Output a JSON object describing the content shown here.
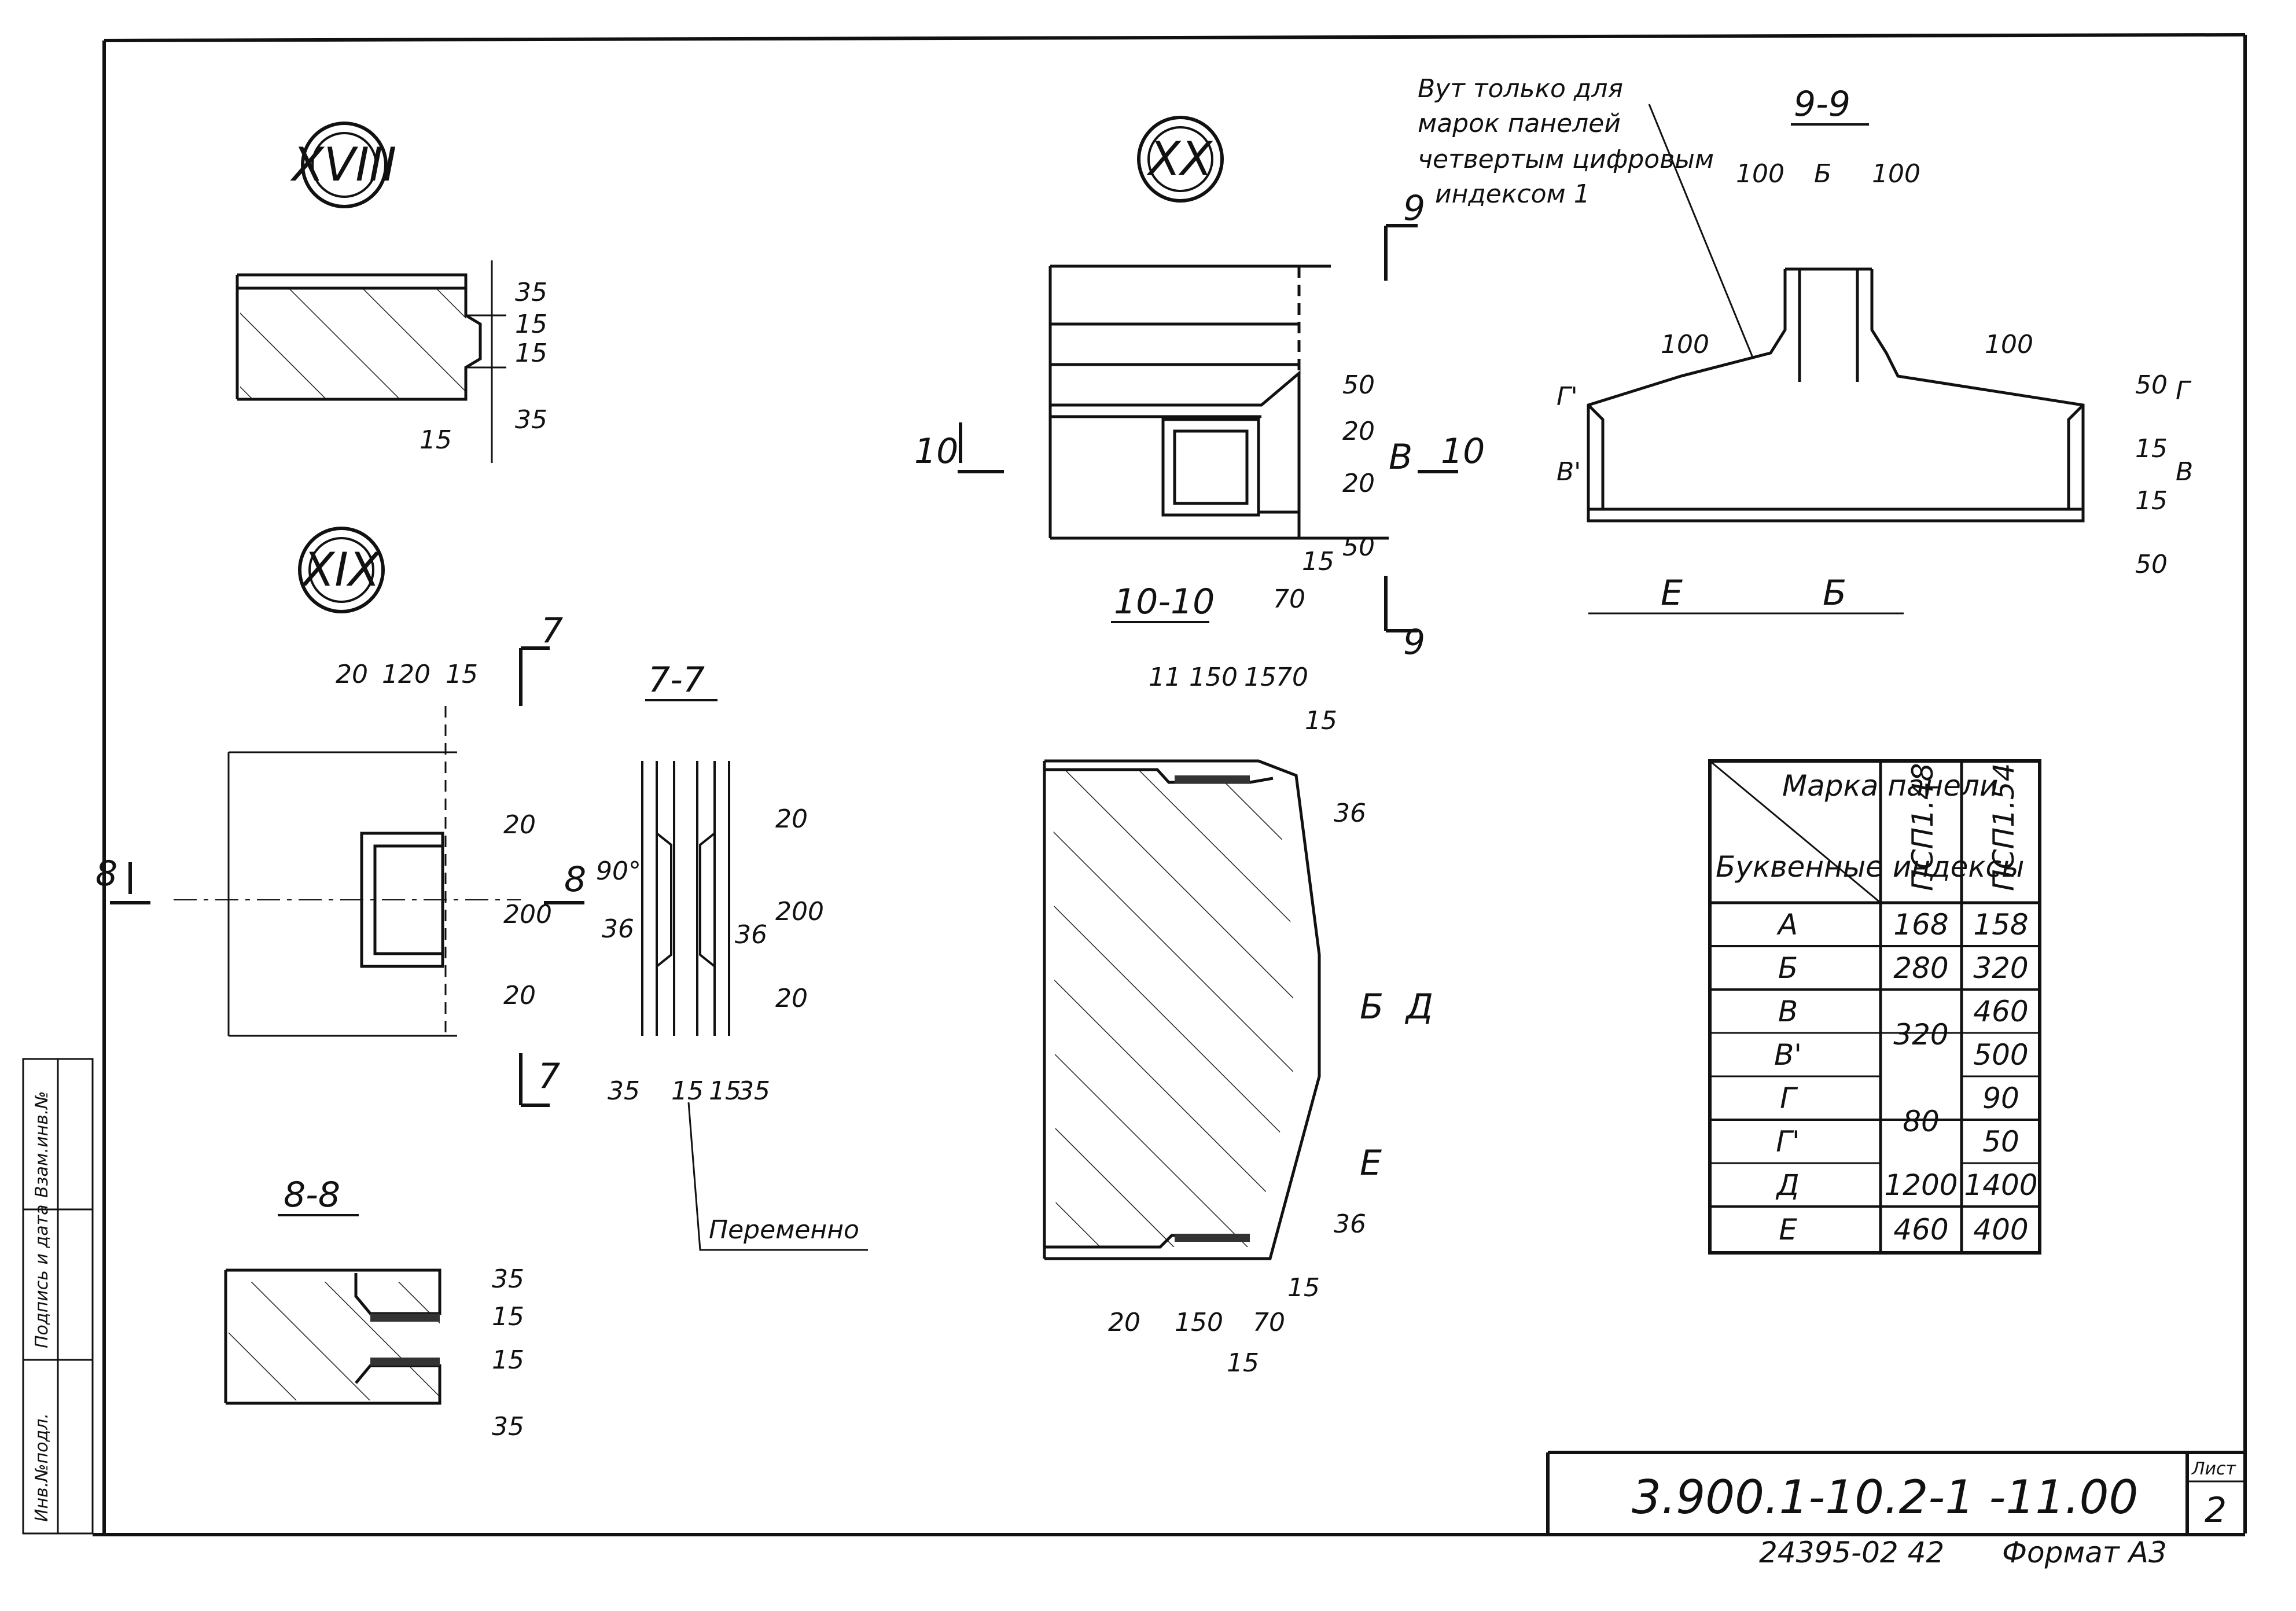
{
  "details": {
    "xviii": "XVIII",
    "xix": "XIX",
    "xx": "XX"
  },
  "sections": {
    "s77": "7-7",
    "s88": "8-8",
    "s99": "9-9",
    "s1010": "10-10"
  },
  "cut_marks": {
    "n7": "7",
    "n8": "8",
    "n9": "9",
    "n10": "10"
  },
  "notes": {
    "note_line1": "Вут только для",
    "note_line2": "марок панелей",
    "note_line3": "четвертым цифровым",
    "note_line4": "индексом 1",
    "alternating": "Переменно"
  },
  "dims": {
    "d35": "35",
    "d15": "15",
    "d20": "20",
    "d120": "120",
    "d200": "200",
    "d36": "36",
    "d90deg": "90°",
    "d50": "50",
    "d70": "70",
    "d100": "100",
    "d11": "11",
    "d150": "150",
    "B": "В",
    "B1": "В'",
    "Bv": "Б",
    "G": "Г",
    "G1": "Г'",
    "D": "Д",
    "E": "Е"
  },
  "table": {
    "header_top": "Марка панели",
    "header_bottom": "Буквенные индексы",
    "col1": "ПСП1.48",
    "col2": "ПСП1.54",
    "rows": [
      {
        "idx": "А",
        "v1": "168",
        "v2": "158"
      },
      {
        "idx": "Б",
        "v1": "280",
        "v2": "320"
      },
      {
        "idx": "В",
        "v1": "320",
        "v2": "460"
      },
      {
        "idx": "В'",
        "v1": "",
        "v2": "500"
      },
      {
        "idx": "Г",
        "v1": "80",
        "v2": "90"
      },
      {
        "idx": "Г'",
        "v1": "",
        "v2": "50"
      },
      {
        "idx": "Д",
        "v1": "1200",
        "v2": "1400"
      },
      {
        "idx": "Е",
        "v1": "460",
        "v2": "400"
      }
    ]
  },
  "title_block": {
    "code": "3.900.1-10.2-1  -11.00",
    "sheet_label": "Лист",
    "sheet_no": "2",
    "footer_num": "24395-02  42",
    "format": "Формат А3"
  },
  "side_strip": {
    "inv_podl": "Инв.№подл.",
    "podpis": "Подпись и дата",
    "vzam": "Взам.инв.№"
  },
  "colors": {
    "ink": "#111111",
    "paper": "#ffffff"
  }
}
